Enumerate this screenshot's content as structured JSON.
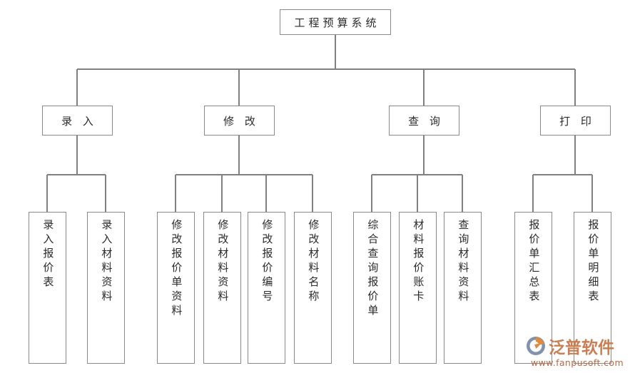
{
  "diagram": {
    "type": "org-chart",
    "title": "工程预算系统",
    "root": {
      "label": "工程预算系统"
    },
    "branches": [
      {
        "label": "录 入"
      },
      {
        "label": "修 改"
      },
      {
        "label": "查 询"
      },
      {
        "label": "打 印"
      }
    ],
    "leaves": [
      {
        "label": "录入报价表",
        "parent": "录 入"
      },
      {
        "label": "录入材料资料",
        "parent": "录 入"
      },
      {
        "label": "修改报价单资料",
        "parent": "修 改"
      },
      {
        "label": "修改材料资料",
        "parent": "修 改"
      },
      {
        "label": "修改报价编号",
        "parent": "修 改"
      },
      {
        "label": "修改材料名称",
        "parent": "修 改"
      },
      {
        "label": "综合查询报价单",
        "parent": "查 询"
      },
      {
        "label": "材料报价账卡",
        "parent": "查 询"
      },
      {
        "label": "查询材料资料",
        "parent": "查 询"
      },
      {
        "label": "报价单汇总表",
        "parent": "打 印"
      },
      {
        "label": "报价单明细表",
        "parent": "打 印"
      }
    ]
  },
  "watermark": {
    "brand": "泛普软件",
    "url": "www.fanpusoft.com",
    "logo_icon": "fanpu-swirl-logo-icon",
    "brand_color": "#c8794a",
    "logo_accent_color": "#e08a3c",
    "logo_base_color": "#7b8ca8"
  },
  "style": {
    "border_color": "#8a8a8a",
    "line_color": "#808080",
    "text_color": "#2b2b2b",
    "background": "#ffffff"
  }
}
